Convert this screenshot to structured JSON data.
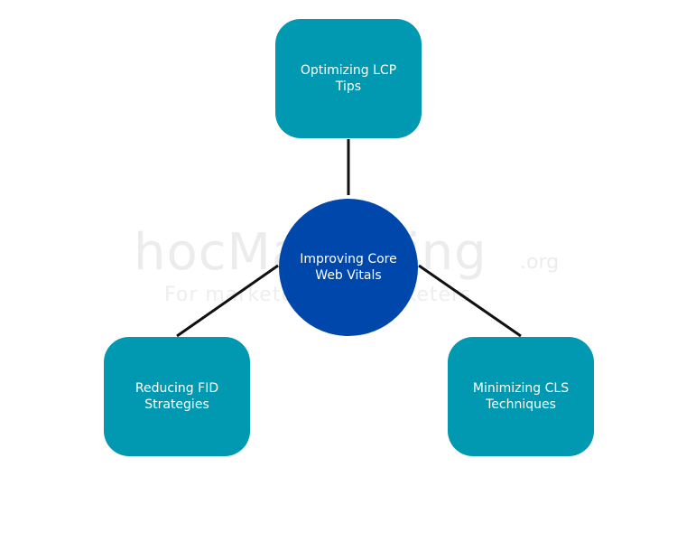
{
  "diagram": {
    "center": {
      "label": "Improving Core\nWeb Vitals",
      "color": "#0047ab"
    },
    "branches": [
      {
        "label": "Optimizing LCP\nTips"
      },
      {
        "label": "Reducing FID\nStrategies"
      },
      {
        "label": "Minimizing CLS\nTechniques"
      }
    ],
    "branch_color": "#0099b1",
    "connector_color": "#111111"
  },
  "watermark": {
    "main": "hocMarketing",
    "suffix": ".org",
    "tagline": "For marketers, by marketers"
  }
}
